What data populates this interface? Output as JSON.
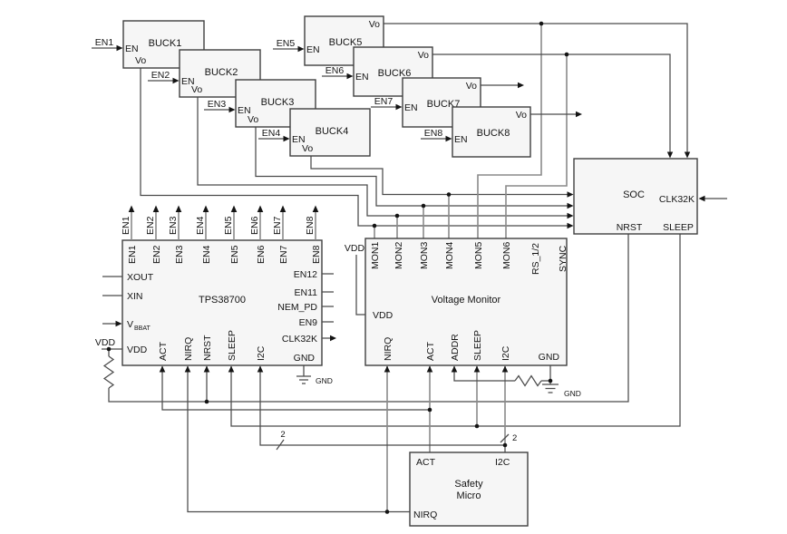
{
  "bucks": [
    {
      "signal": "EN1",
      "en": "EN",
      "title": "BUCK1",
      "vo": "Vo"
    },
    {
      "signal": "EN2",
      "en": "EN",
      "title": "BUCK2",
      "vo": "Vo"
    },
    {
      "signal": "EN3",
      "en": "EN",
      "title": "BUCK3",
      "vo": "Vo"
    },
    {
      "signal": "EN4",
      "en": "EN",
      "title": "BUCK4",
      "vo": "Vo"
    },
    {
      "signal": "EN5",
      "en": "EN",
      "title": "BUCK5",
      "vo": "Vo"
    },
    {
      "signal": "EN6",
      "en": "EN",
      "title": "BUCK6",
      "vo": "Vo"
    },
    {
      "signal": "EN7",
      "en": "EN",
      "title": "BUCK7",
      "vo": "Vo"
    },
    {
      "signal": "EN8",
      "en": "EN",
      "title": "BUCK8",
      "vo": "Vo"
    }
  ],
  "tps": {
    "title": "TPS38700",
    "top_out": [
      "EN1",
      "EN2",
      "EN3",
      "EN4",
      "EN5",
      "EN6",
      "EN7",
      "EN8"
    ],
    "top_in": [
      "EN1",
      "EN2",
      "EN3",
      "EN4",
      "EN5",
      "EN6",
      "EN7",
      "EN8"
    ],
    "xout": "XOUT",
    "xin": "XIN",
    "vbbat_main": "V",
    "vbbat_sub": "BBAT",
    "vdd_pin": "VDD",
    "vdd_net": "VDD",
    "right": [
      "EN12",
      "EN11",
      "NEM_PD",
      "EN9",
      "CLK32K"
    ],
    "bottom": [
      "ACT",
      "NIRQ",
      "NRST",
      "SLEEP",
      "I2C"
    ],
    "gnd_pin": "GND",
    "gnd_symbol_label": "GND"
  },
  "vm": {
    "title": "Voltage Monitor",
    "top": [
      "MON1",
      "MON2",
      "MON3",
      "MON4",
      "MON5",
      "MON6",
      "RS_1/2",
      "SYNC"
    ],
    "vdd_pin": "VDD",
    "vdd_net": "VDD",
    "bottom": [
      "NIRQ",
      "ACT",
      "ADDR",
      "SLEEP",
      "I2C"
    ],
    "gnd_pin": "GND",
    "gnd_symbol_label": "GND"
  },
  "soc": {
    "title": "SOC",
    "clk32k": "CLK32K",
    "nrst": "NRST",
    "sleep": "SLEEP"
  },
  "safety_micro": {
    "act": "ACT",
    "i2c": "I2C",
    "line1": "Safety",
    "line2": "Micro",
    "nirq": "NIRQ"
  },
  "annotations": {
    "i2c_bus_width_left": "2",
    "i2c_bus_width_right": "2"
  },
  "colors": {
    "wire": "#4b4b4b",
    "wire_light": "#8a8a8a",
    "box_fill": "#f6f6f6",
    "box_stroke": "#3f3f3f",
    "text": "#141414",
    "background": "#ffffff"
  }
}
